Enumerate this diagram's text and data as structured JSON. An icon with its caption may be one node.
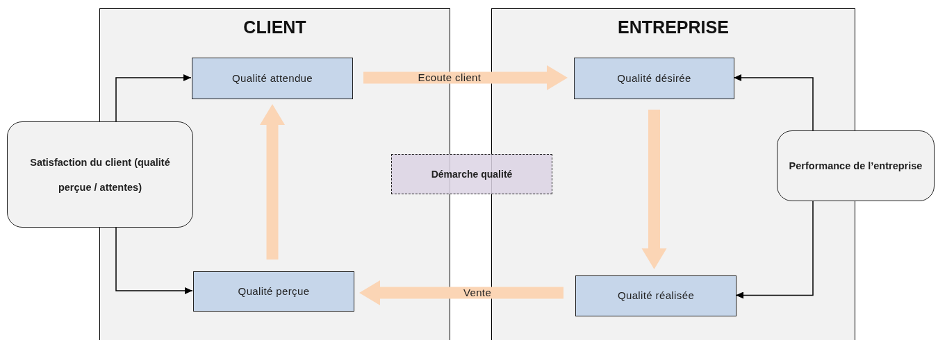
{
  "diagram": {
    "nodes": [
      {
        "text": [
          "CLIENT"
        ]
      },
      {
        "text": [
          "Qualité attendue"
        ],
        "in": 0
      },
      {
        "text": [
          "Qualité perçue"
        ],
        "in": 0
      },
      {
        "text": [
          "ENTREPRISE"
        ]
      },
      {
        "text": [
          "Qualité désirée"
        ],
        "in": 3
      },
      {
        "text": [
          "Qualité réalisée"
        ],
        "in": 3
      },
      {
        "text": [
          "Satisfaction du client (qualité perçue / attentes)"
        ]
      },
      {
        "text": [
          "Performance de l’entreprise"
        ]
      },
      {
        "text": [
          "Démarche qualité"
        ]
      }
    ],
    "edges": [
      {
        "from": 6,
        "to": 1,
        "arrow": "to"
      },
      {
        "from": 6,
        "to": 2,
        "arrow": "to"
      },
      {
        "from": 7,
        "to": 4,
        "arrow": "to"
      },
      {
        "from": 7,
        "to": 5,
        "arrow": "to"
      },
      {
        "from": 2,
        "to": 1,
        "arrow": "to",
        "style": "thick",
        "color": "#fbd5b5"
      },
      {
        "from": 1,
        "to": 4,
        "arrow": "to",
        "label": "Ecoute client",
        "style": "thick",
        "color": "#fbd5b5"
      },
      {
        "from": 4,
        "to": 5,
        "arrow": "to",
        "style": "thick",
        "color": "#fbd5b5"
      },
      {
        "from": 5,
        "to": 2,
        "arrow": "to",
        "label": "Vente",
        "style": "thick",
        "color": "#fbd5b5"
      }
    ]
  }
}
